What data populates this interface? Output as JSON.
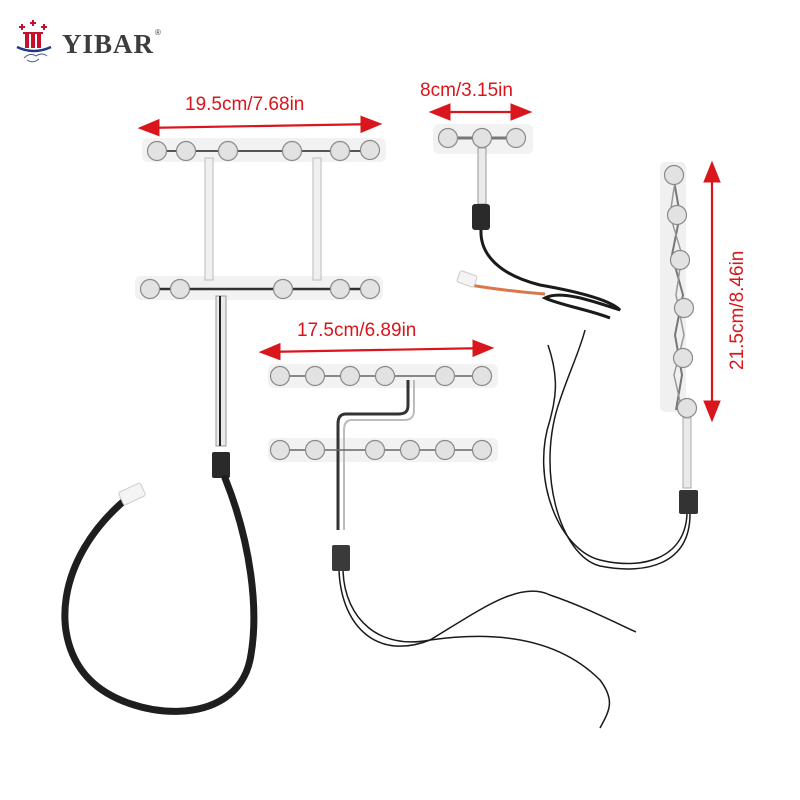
{
  "brand": {
    "name": "YIBAR",
    "registered_mark": "®",
    "colors": {
      "text": "#3d3d3d",
      "accent_red": "#c8102e",
      "accent_blue": "#1f3a8a"
    }
  },
  "annotations": {
    "color": "#d8161b",
    "items": [
      {
        "id": "large-pad-width",
        "label": "19.5cm/7.68in",
        "orientation": "horizontal"
      },
      {
        "id": "small-pad-width",
        "label": "8cm/3.15in",
        "orientation": "horizontal"
      },
      {
        "id": "medium-pad-width",
        "label": "17.5cm/6.89in",
        "orientation": "horizontal"
      },
      {
        "id": "strip-length",
        "label": "21.5cm/8.46in",
        "orientation": "vertical"
      }
    ]
  },
  "products": [
    {
      "id": "h-frame-sensor",
      "description": "H-shaped seat occupancy sensor with black cable and white connector"
    },
    {
      "id": "t-sensor",
      "description": "Small T-shaped sensor with coiled black cable and white connector"
    },
    {
      "id": "double-bar-sensor",
      "description": "Double-bar zigzag sensor with two thin wires"
    },
    {
      "id": "vertical-strip-sensor",
      "description": "Vertical strip sensor with two thin wires"
    }
  ]
}
